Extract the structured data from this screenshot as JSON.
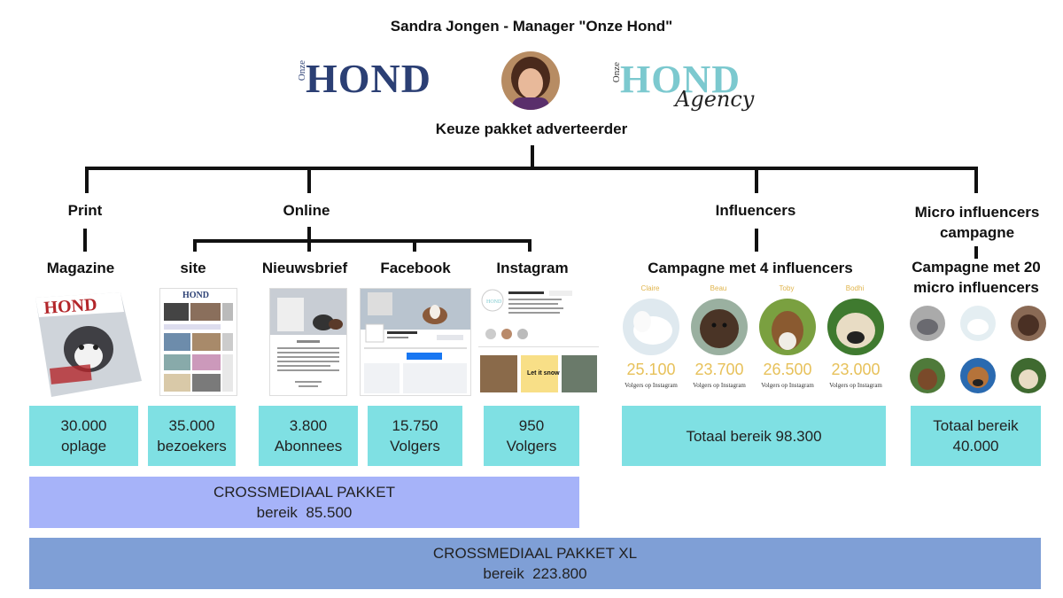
{
  "header": {
    "title": "Sandra Jongen - Manager \"Onze Hond\"",
    "subtitle": "Keuze pakket adverteerder"
  },
  "logos": {
    "left": {
      "onze": "Onze",
      "hond": "HOND"
    },
    "right": {
      "onze": "Onze",
      "hond": "HOND",
      "agency": "Agency"
    }
  },
  "branches": {
    "print": "Print",
    "online": "Online",
    "influencers": "Influencers",
    "micro": "Micro influencers campagne"
  },
  "subbranches": {
    "magazine": "Magazine",
    "site": "site",
    "nieuwsbrief": "Nieuwsbrief",
    "facebook": "Facebook",
    "instagram": "Instagram",
    "campagne4": "Campagne met 4 influencers",
    "campagne20": "Campagne met 20 micro influencers"
  },
  "influencers": [
    {
      "name": "Claire",
      "followers": "25.100",
      "caption": "Volgers op Instagram"
    },
    {
      "name": "Beau",
      "followers": "23.700",
      "caption": "Volgers op Instagram"
    },
    {
      "name": "Toby",
      "followers": "26.500",
      "caption": "Volgers op Instagram"
    },
    {
      "name": "Bodhi",
      "followers": "23.000",
      "caption": "Volgers op Instagram"
    }
  ],
  "stats": {
    "magazine": {
      "value": "30.000",
      "label": "oplage"
    },
    "site": {
      "value": "35.000",
      "label": "bezoekers"
    },
    "nieuwsbrief": {
      "value": "3.800",
      "label": "Abonnees"
    },
    "facebook": {
      "value": "15.750",
      "label": "Volgers"
    },
    "instagram": {
      "value": "950",
      "label": "Volgers"
    },
    "influencers": {
      "text": "Totaal bereik 98.300"
    },
    "micro": {
      "line1": "Totaal bereik",
      "line2": "40.000"
    }
  },
  "packages": {
    "crossmediaal": {
      "title": "CROSSMEDIAAL PAKKET",
      "reach": "bereik  85.500"
    },
    "crossmediaal_xl": {
      "title": "CROSSMEDIAAL PAKKET XL",
      "reach": "bereik  223.800"
    }
  },
  "colors": {
    "teal": "#7fe0e3",
    "lilac": "#a6b3f9",
    "blue": "#7f9fd6",
    "hond_navy": "#2b3f74",
    "hond_teal": "#7cc9cf",
    "influencer_gold": "#e7c15a"
  }
}
